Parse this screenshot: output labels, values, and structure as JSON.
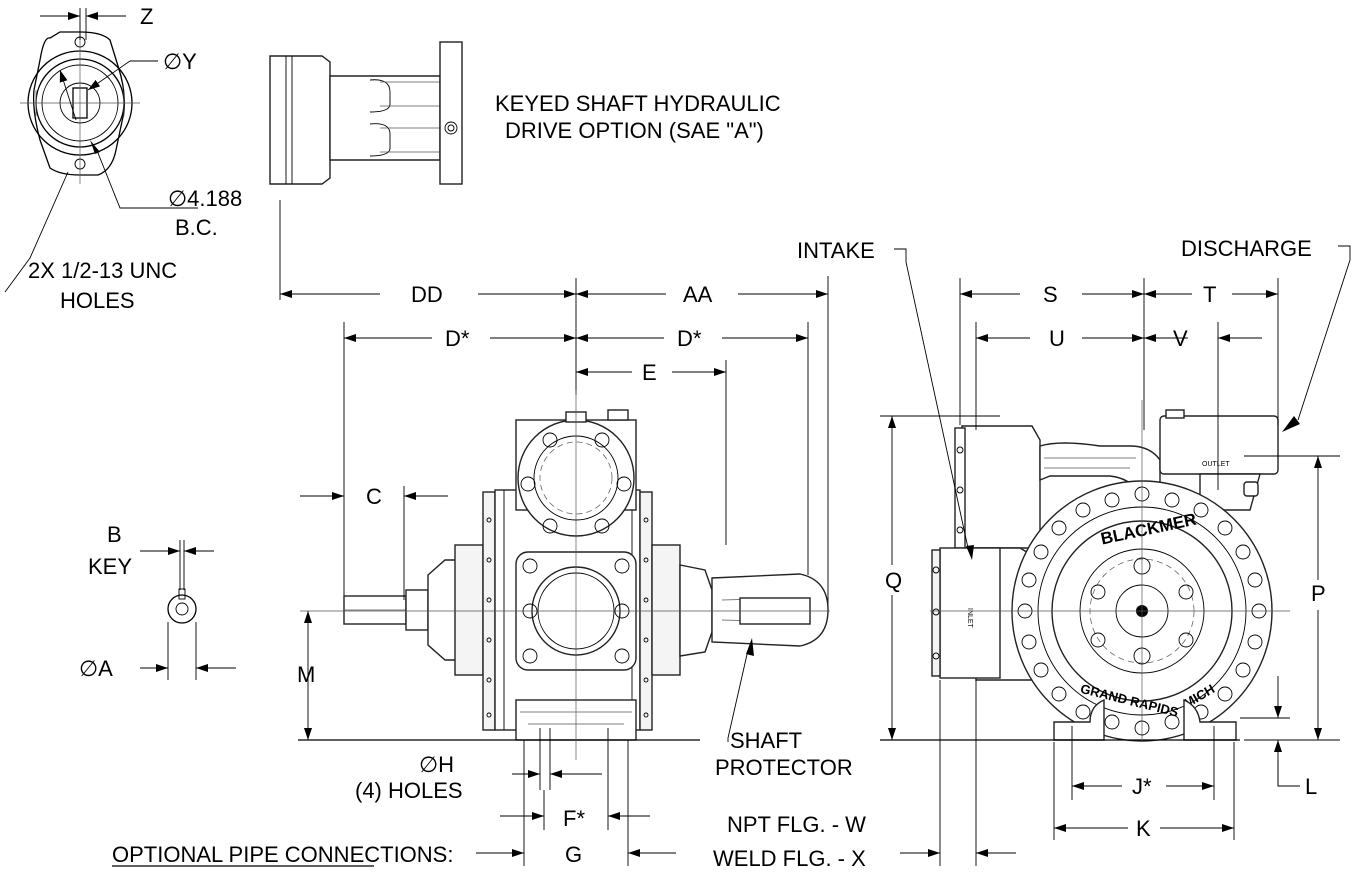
{
  "labels": {
    "z": "Z",
    "y": "∅Y",
    "bc_dia": "∅4.188",
    "bc": "B.C.",
    "unc_line1": "2X 1/2-13 UNC",
    "unc_line2": "HOLES",
    "hydraulic_line1": "KEYED SHAFT HYDRAULIC",
    "hydraulic_line2": "DRIVE OPTION (SAE \"A\")",
    "intake": "INTAKE",
    "discharge": "DISCHARGE",
    "dd": "DD",
    "aa": "AA",
    "d_left": "D*",
    "d_right": "D*",
    "e": "E",
    "c": "C",
    "b": "B",
    "key": "KEY",
    "a": "∅A",
    "m": "M",
    "h": "∅H",
    "holes4": "(4) HOLES",
    "f": "F*",
    "g": "G",
    "optional": "OPTIONAL PIPE CONNECTIONS",
    "optional_colon": ":",
    "shaft1": "SHAFT",
    "shaft2": "PROTECTOR",
    "npt": "NPT FLG. - W",
    "weld": "WELD FLG. - X",
    "s": "S",
    "t": "T",
    "u": "U",
    "v": "V",
    "q": "Q",
    "p": "P",
    "j": "J*",
    "k": "K",
    "l": "L"
  },
  "brand": {
    "name": "BLACKMER",
    "city": "GRAND RAPIDS",
    "state": "MICH",
    "outlet": "OUTLET",
    "inlet": "INLET"
  }
}
